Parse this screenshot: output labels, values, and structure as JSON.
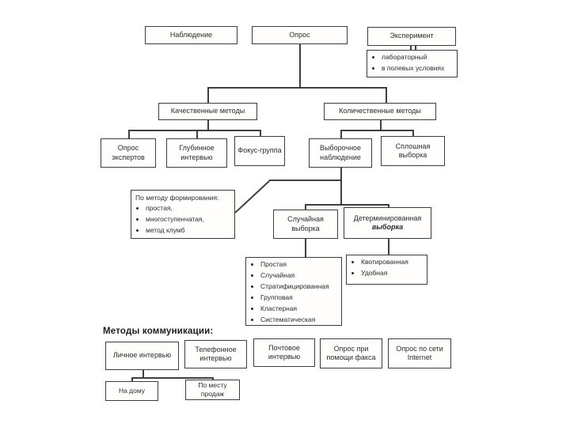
{
  "top": {
    "observation": "Наблюдение",
    "survey": "Опрос",
    "experiment": "Эксперимент",
    "experiment_types": [
      "лабораторный",
      "в полевых условиях"
    ]
  },
  "methods": {
    "qualitative": {
      "label": "Качественные методы",
      "children": [
        "Опрос экспертов",
        "Глубинное интервью",
        "Фокус-группа"
      ]
    },
    "quantitative": {
      "label": "Количественные методы",
      "children": [
        "Выборочное наблюдение",
        "Сплошная выборка"
      ]
    }
  },
  "sampling": {
    "formation_note": {
      "title": "По методу формирования:",
      "items": [
        "простая,",
        "многоступенчатая,",
        "метод клумб"
      ]
    },
    "random": {
      "line1": "Случайная",
      "line2": "выборка",
      "types": [
        "Простая",
        "Случайная",
        "Стратифицированная",
        "Групповая",
        "Кластерная",
        "Систематическая"
      ]
    },
    "deterministic": {
      "line1": "Детерминированная",
      "line2": "выборка",
      "types": [
        "Квотированная",
        "Удобная"
      ]
    }
  },
  "communication": {
    "heading": "Методы коммуникации:",
    "methods": [
      "Личное интервью",
      "Телефонное интервью",
      "Почтовое интервью",
      "Опрос при помощи факса",
      "Опрос по сети Internet"
    ],
    "personal_locations": [
      "На дому",
      "По месту продаж"
    ]
  }
}
